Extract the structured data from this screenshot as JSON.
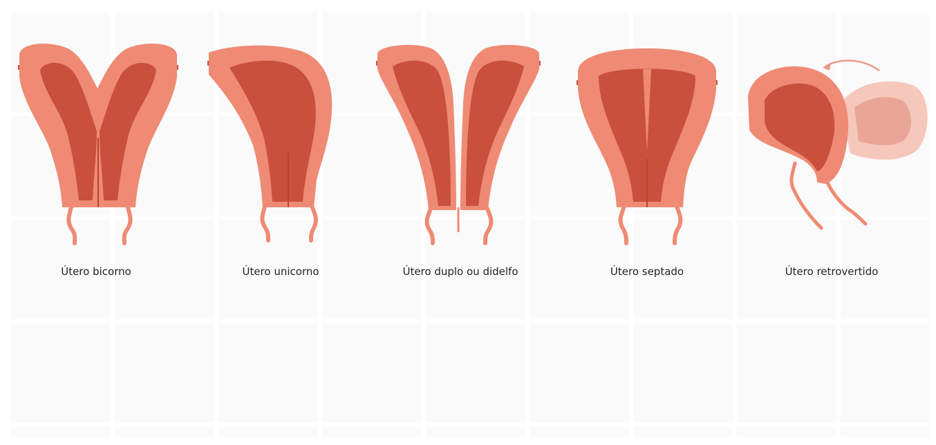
{
  "captions": {
    "bicorno": "Útero bicorno",
    "unicorno": "Útero unicorno",
    "didelfo": "Útero duplo ou didelfo",
    "septado": "Útero septado",
    "retrovertido": "Útero retrovertido"
  },
  "colors": {
    "wall": "#ef8a74",
    "wall_outline": "#e07a64",
    "cavity": "#c9503c",
    "cavity_dark": "#b8432f",
    "ghost_wall": "#f6c7bb",
    "ghost_cavity": "#e9a698",
    "arrow": "#e89a88"
  }
}
